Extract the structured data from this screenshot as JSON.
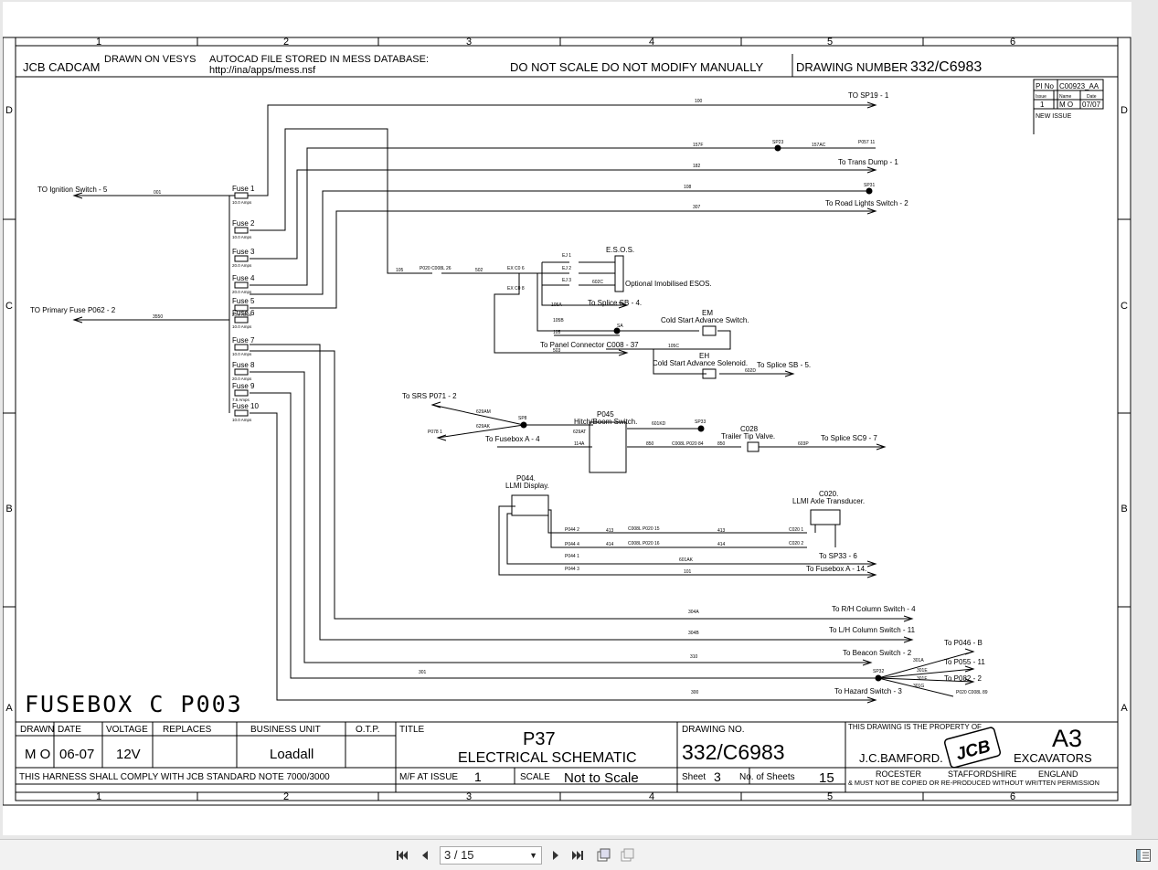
{
  "drawing": {
    "col_labels": [
      "1",
      "2",
      "3",
      "4",
      "5",
      "6"
    ],
    "row_labels": [
      "D",
      "C",
      "B",
      "A"
    ],
    "header": {
      "system": "JCB CADCAM",
      "drawn_on": "DRAWN ON VESYS",
      "autocad_note": "AUTOCAD FILE STORED IN MESS DATABASE:",
      "url": "http://ina/apps/mess.nsf",
      "warning": "DO NOT SCALE DO NOT MODIFY MANUALLY",
      "drawing_number_label": "DRAWING NUMBER",
      "drawing_number": "332/C6983"
    },
    "issue_box": {
      "pi_label": "PI No",
      "pi_value": "C00923_AA",
      "issue_label": "Issue",
      "name_label": "Name",
      "date_label": "Date",
      "issue": "1",
      "name": "M O",
      "date": "07/07",
      "note": "NEW ISSUE"
    },
    "big_title": "FUSEBOX C P003",
    "schematic": {
      "left_labels": [
        "TO Ignition Switch - 5",
        "TO Primary Fuse P062 - 2"
      ],
      "fuses": [
        {
          "name": "Fuse 1",
          "rating": "10.0 Amps"
        },
        {
          "name": "Fuse 2",
          "rating": "10.0 Amps"
        },
        {
          "name": "Fuse 3",
          "rating": "20.0 Amps"
        },
        {
          "name": "Fuse 4",
          "rating": "20.0 Amps"
        },
        {
          "name": "Fuse 5",
          "rating": "20.0 Amps"
        },
        {
          "name": "Fuse 6",
          "rating": "10.0 Amps"
        },
        {
          "name": "Fuse 7",
          "rating": "10.0 Amps"
        },
        {
          "name": "Fuse 8",
          "rating": "20.0 Amps"
        },
        {
          "name": "Fuse 9",
          "rating": "7.5 Amps"
        },
        {
          "name": "Fuse 10",
          "rating": "10.0 Amps"
        }
      ],
      "right_labels": [
        "TO SP19 - 1",
        "To Trans Dump - 1",
        "To Road Lights Switch - 2",
        "To Splice SB - 4.",
        "To Panel Connector C008 - 37",
        "To Splice SB - 5.",
        "To Splice SC9 - 7",
        "To SP33 - 6",
        "To Fusebox A - 14.",
        "To R/H Column Switch - 4",
        "To L/H Column Switch - 11",
        "To Beacon Switch - 2",
        "To Hazard Switch - 3",
        "To P046 - B",
        "To P055 - 11",
        "To P082 - 2"
      ],
      "component_labels": {
        "esos": "E.S.O.S.",
        "esos_note": "Optional Imobilised ESOS.",
        "em": "EM",
        "em_desc": "Cold Start Advance Switch.",
        "eh": "EH",
        "eh_desc": "Cold Start Advance Solenoid.",
        "srs": "To SRS P071 - 2",
        "fusebox_a4": "To Fusebox A - 4",
        "p045": "P045",
        "p045_desc": "Hitch/Boom Switch.",
        "c028": "C028",
        "c028_desc": "Trailer Tip Valve.",
        "p044": "P044.",
        "p044_desc": "LLMI Display.",
        "c020": "C020.",
        "c020_desc": "LLMI Axle Transducer."
      },
      "wire_numbers": [
        "100",
        "157F",
        "157AC",
        "182",
        "108",
        "307",
        "001",
        "3550",
        "105",
        "502",
        "602C",
        "105A",
        "105B",
        "105",
        "503",
        "105C",
        "602D",
        "629AM",
        "629AK",
        "629AT",
        "601KD",
        "114A",
        "850",
        "850",
        "603P",
        "413",
        "413",
        "414",
        "414",
        "601AK",
        "101",
        "304A",
        "304B",
        "310",
        "301",
        "300",
        "301A",
        "301E",
        "301F",
        "301G"
      ],
      "node_labels": [
        "SP23",
        "P057 11",
        "SP31",
        "P020 C008L 26",
        "EX C0 6",
        "EX C0 8",
        "EJ 1",
        "EJ 2",
        "EJ 3",
        "SA",
        "SP8",
        "P078 1",
        "SP33",
        "C008L P020 84",
        "P044 2",
        "P044 4",
        "P044 1",
        "P044 3",
        "C008L P020 15",
        "C008L P020 16",
        "C020 1",
        "C020 2",
        "SP32",
        "P020 C008L 89"
      ]
    },
    "title_block": {
      "drawn_label": "DRAWN",
      "date_label": "DATE",
      "voltage_label": "VOLTAGE",
      "replaces_label": "REPLACES",
      "business_unit_label": "BUSINESS UNIT",
      "otp_label": "O.T.P.",
      "title_label": "TITLE",
      "drawing_no_label": "DRAWING NO.",
      "drawn": "M O",
      "date": "06-07",
      "voltage": "12V",
      "business_unit": "Loadall",
      "title_line1": "P37",
      "title_line2": "ELECTRICAL SCHEMATIC",
      "drawing_no": "332/C6983",
      "compliance": "THIS HARNESS SHALL COMPLY WITH JCB STANDARD NOTE 7000/3000",
      "mf_label": "M/F AT ISSUE",
      "mf_value": "1",
      "scale_label": "SCALE",
      "scale_value": "Not to Scale",
      "sheet_label": "Sheet",
      "sheet_value": "3",
      "sheets_label": "No. of Sheets",
      "sheets_value": "15",
      "property_note": "THIS DRAWING IS THE PROPERTY OF",
      "paper_size": "A3",
      "company": "J.C.BAMFORD.",
      "logo_text": "JCB",
      "division": "EXCAVATORS",
      "city": "ROCESTER",
      "county": "STAFFORDSHIRE",
      "country": "ENGLAND",
      "copy_note": "& MUST NOT BE COPIED OR RE-PRODUCED WITHOUT WRITTEN PERMISSION"
    }
  },
  "viewer": {
    "page_indicator": "3 / 15",
    "icons": [
      "first-page-icon",
      "prev-page-icon",
      "next-page-icon",
      "last-page-icon",
      "fit-page-icon",
      "fit-width-icon",
      "sidebar-icon"
    ]
  }
}
